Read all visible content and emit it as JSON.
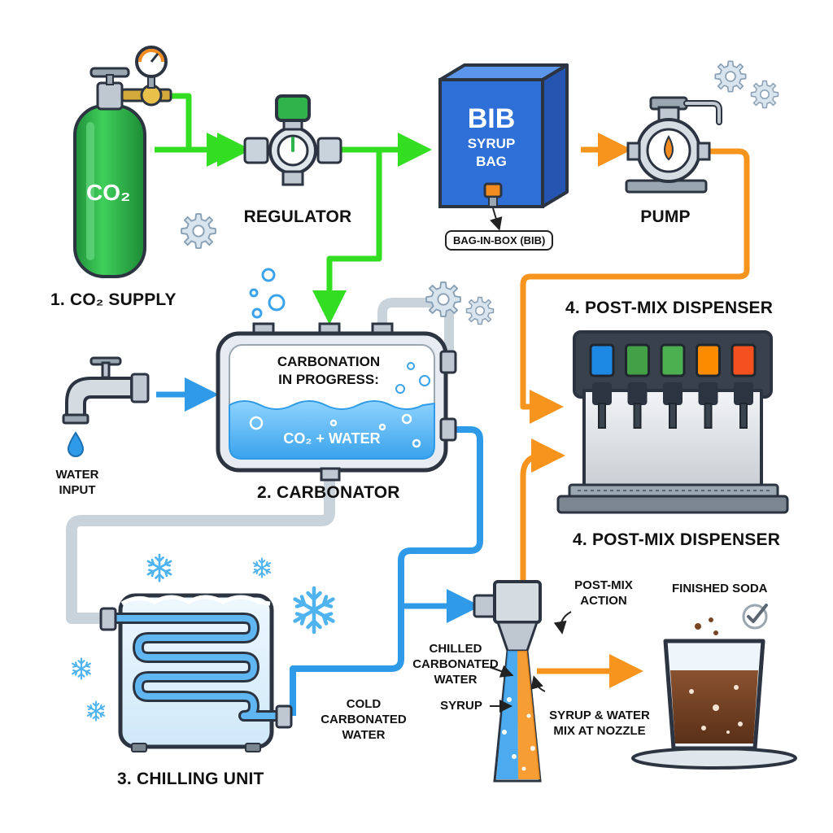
{
  "labels": {
    "co2_cylinder": "CO₂",
    "co2_supply": "1. CO₂ SUPPLY",
    "regulator": "REGULATOR",
    "bib_title": "BIB",
    "bib_sub_1": "SYRUP",
    "bib_sub_2": "BAG",
    "bib_badge": "BAG-IN-BOX (BIB)",
    "pump": "PUMP",
    "dispenser_top": "4. POST-MIX DISPENSER",
    "carbonation_1": "CARBONATION",
    "carbonation_2": "IN PROGRESS:",
    "co2_water": "CO₂ + WATER",
    "water_input_1": "WATER",
    "water_input_2": "INPUT",
    "carbonator": "2. CARBONATOR",
    "dispenser_bottom": "4. POST-MIX DISPENSER",
    "post_mix_1": "POST-MIX",
    "post_mix_2": "ACTION",
    "finished_soda": "FINISHED SODA",
    "chilled_1": "CHILLED",
    "chilled_2": "CARBONATED",
    "chilled_3": "WATER",
    "cold_1": "COLD",
    "cold_2": "CARBONATED",
    "cold_3": "WATER",
    "syrup": "SYRUP",
    "mix_1": "SYRUP & WATER",
    "mix_2": "MIX AT NOZZLE",
    "chilling_unit": "3. CHILLING UNIT"
  },
  "colors": {
    "co2_line": "#33dd22",
    "syrup_line": "#f7941d",
    "water_line": "#2f9be8",
    "pipe": "#c9d3dc",
    "outline": "#2b3440",
    "cylinder": "#2fb34a",
    "bib_box": "#2f6fd8"
  },
  "dispenser_valve_colors": [
    "#1e88e5",
    "#43a047",
    "#4caf50",
    "#fb8c00",
    "#f4511e"
  ],
  "icons": [
    "gear-icon",
    "snowflake-icon",
    "checkmark-icon",
    "water-drop-icon",
    "faucet-icon",
    "pressure-gauge-icon"
  ]
}
